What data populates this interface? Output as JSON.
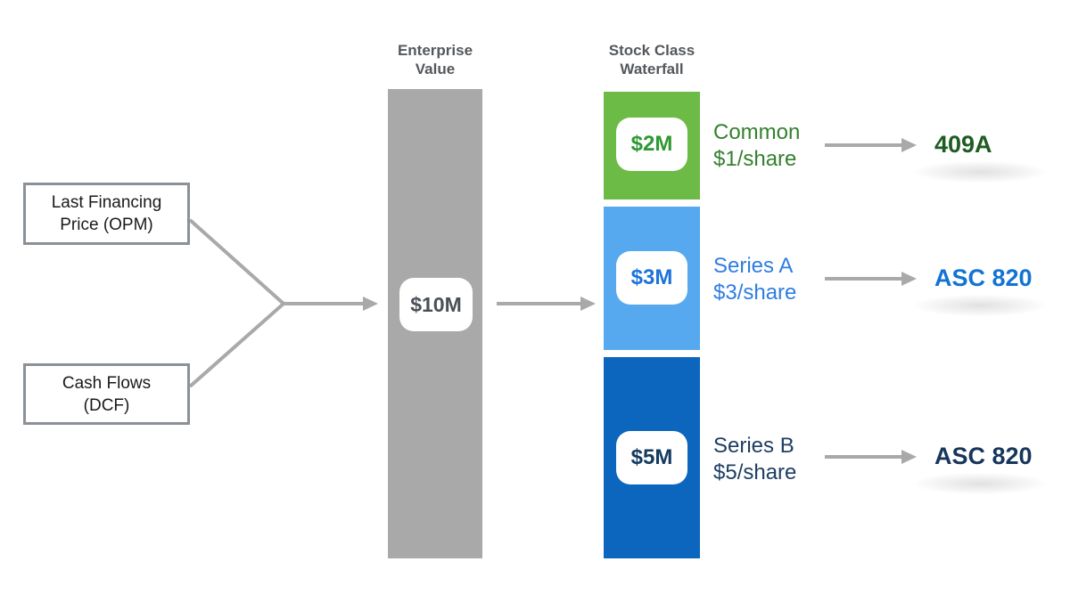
{
  "diagram": {
    "title_semantics": "Enterprise value allocation to stock class waterfall",
    "arrow_color": "#a9a9a9",
    "inputs": [
      {
        "line1": "Last Financing",
        "line2": "Price (OPM)"
      },
      {
        "line1": "Cash Flows",
        "line2": "(DCF)"
      }
    ],
    "enterprise": {
      "header_line1": "Enterprise",
      "header_line2": "Value",
      "amount": "$10M",
      "bar_color": "#a9a9a9",
      "amount_color": "#4a5056"
    },
    "waterfall": {
      "header_line1": "Stock Class",
      "header_line2": "Waterfall",
      "segments": [
        {
          "amount": "$2M",
          "class_name": "Common",
          "price_per_share": "$1/share",
          "standard": "409A",
          "segment_color": "#6cbb47",
          "amount_color": "#2e9833",
          "label_color": "#35802e",
          "standard_color": "#1e5c21"
        },
        {
          "amount": "$3M",
          "class_name": "Series A",
          "price_per_share": "$3/share",
          "standard": "ASC 820",
          "segment_color": "#57a9ef",
          "amount_color": "#1c73da",
          "label_color": "#2e7ee2",
          "standard_color": "#1273d3"
        },
        {
          "amount": "$5M",
          "class_name": "Series B",
          "price_per_share": "$5/share",
          "standard": "ASC 820",
          "segment_color": "#0c66bd",
          "amount_color": "#143a60",
          "standard_color": "#16365b",
          "label_color": "#1e3e63"
        }
      ]
    }
  }
}
